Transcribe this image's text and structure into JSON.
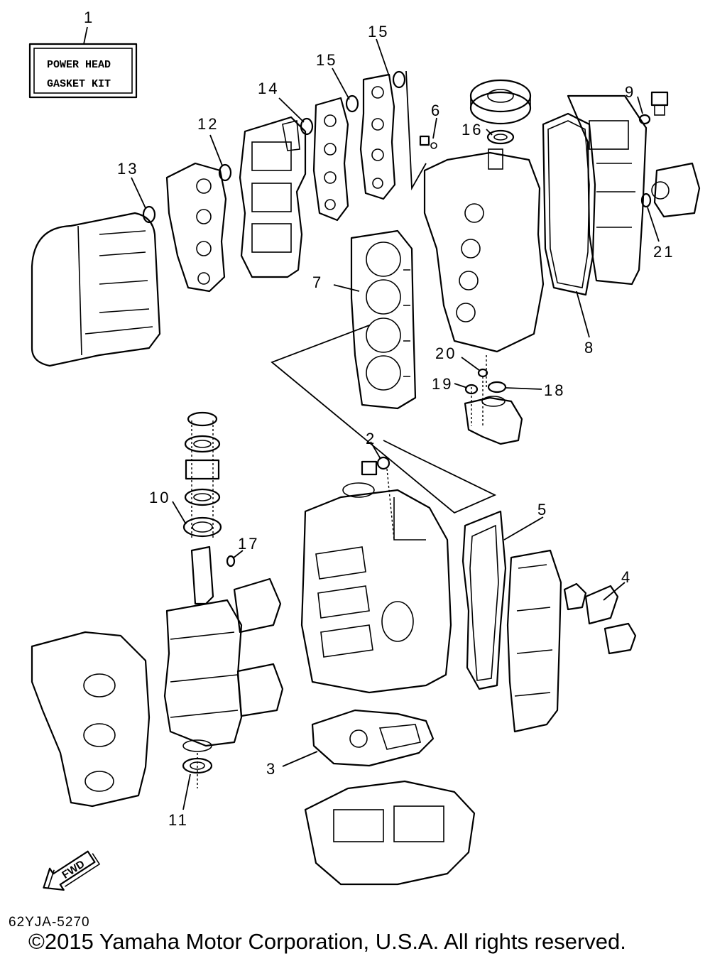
{
  "kit_label": {
    "line1": "POWER HEAD",
    "line2": "GASKET KIT"
  },
  "callouts": {
    "c1": "1",
    "c2": "2",
    "c3": "3",
    "c4": "4",
    "c5": "5",
    "c6": "6",
    "c7": "7",
    "c8": "8",
    "c9": "9",
    "c10": "10",
    "c11": "11",
    "c12": "12",
    "c13": "13",
    "c14": "14",
    "c15a": "15",
    "c15b": "15",
    "c16": "16",
    "c17": "17",
    "c18": "18",
    "c19": "19",
    "c20": "20",
    "c21": "21"
  },
  "fwd_label": "FWD",
  "diagram_code": "62YJA-5270",
  "copyright": "©2015 Yamaha Motor Corporation, U.S.A. All rights reserved."
}
